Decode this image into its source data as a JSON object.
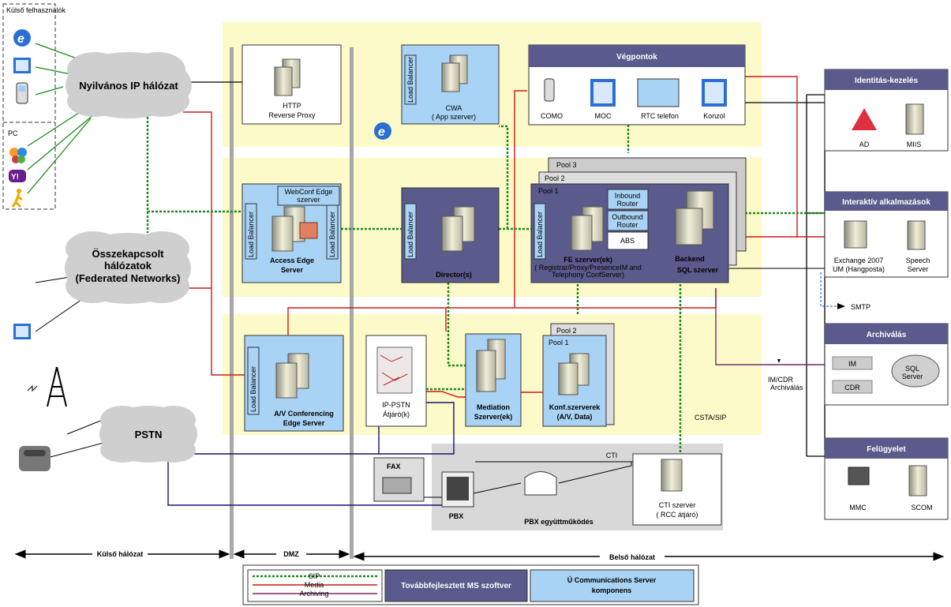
{
  "colors": {
    "zone": "#fcfac8",
    "blue": "#a9d3f5",
    "navy": "#5a5a8c",
    "sip": "#1a8a1a",
    "media": "#d01818",
    "arch": "#7a2a6a",
    "pbx": "#d8d8d8"
  },
  "external": {
    "top_users": "Külső felhasználók",
    "pc_label": "PC"
  },
  "clouds": {
    "public_ip": "Nyilvános IP hálózat",
    "federated_1": "Összekapcsolt",
    "federated_2": "hálózatok",
    "federated_3": "(Federated Networks)",
    "pstn": "PSTN"
  },
  "servers": {
    "http_1": "HTTP",
    "http_2": "Reverse Proxy",
    "cwa_1": "CWA",
    "cwa_2": "( App szerver)",
    "webconf_1": "WebConf Edge",
    "webconf_2": "szerver",
    "access_1": "Access Edge",
    "access_2": "Server",
    "director": "Director(s)",
    "fe_1": "FE szerver(ek)",
    "fe_2": "( Registrar/Proxy/PresenceIM and",
    "fe_3": "Telephony ConfServer)",
    "inbound_1": "Inbound",
    "inbound_2": "Router",
    "outbound_1": "Outbound",
    "outbound_2": "Router",
    "abs": "ABS",
    "backend_1": "Backend",
    "backend_2": "SQL szerver",
    "pool3": "Pool 3",
    "pool2": "Pool 2",
    "pool1": "Pool 1",
    "pool2b": "Pool 2",
    "pool1b": "Pool 1",
    "av_1": "A/V Conferencing",
    "av_2": "Edge Server",
    "ippstn_1": "IP-PSTN",
    "ippstn_2": "Átjáró(k)",
    "med_1": "Mediation",
    "med_2": "Szerver(ek)",
    "konf_1": "Konf.szerverek",
    "konf_2": "(A/V, Data)",
    "lb": "Load Balancer",
    "fax": "FAX",
    "pbx": "PBX",
    "pbx_zone": "PBX együttműködés",
    "cti_line": "CTI",
    "cti_1": "CTI szerver",
    "cti_2": "( RCC átjáró)",
    "csta": "CSTA/SIP"
  },
  "endpoints": {
    "title": "Végpontok",
    "como": "COMO",
    "moc": "MOC",
    "rtc": "RTC telefon",
    "konzol": "Konzol"
  },
  "right": {
    "identity": "Identitás-kezelés",
    "ad": "AD",
    "miis": "MIIS",
    "interactive": "Interaktív alkalmazások",
    "exch_1": "Exchange 2007",
    "exch_2": "UM (Hangposta)",
    "speech_1": "Speech",
    "speech_2": "Server",
    "smtp": "SMTP",
    "archiving": "Archiválás",
    "im": "IM",
    "cdr": "CDR",
    "sql_1": "SQL",
    "sql_2": "Server",
    "imcdr_1": "IM/CDR",
    "imcdr_2": "Archiválás",
    "monitoring": "Felügyelet",
    "mmc": "MMC",
    "scom": "SCOM"
  },
  "bottom": {
    "external": "Külső hálózat",
    "dmz": "DMZ",
    "internal": "Belső hálózat"
  },
  "legend": {
    "sip": "SIP",
    "media": "Media",
    "archiving": "Archiving",
    "advanced": "Továbbfejlesztett MS szoftver",
    "new_1": "Ú Communications Server",
    "new_2": "komponens"
  }
}
